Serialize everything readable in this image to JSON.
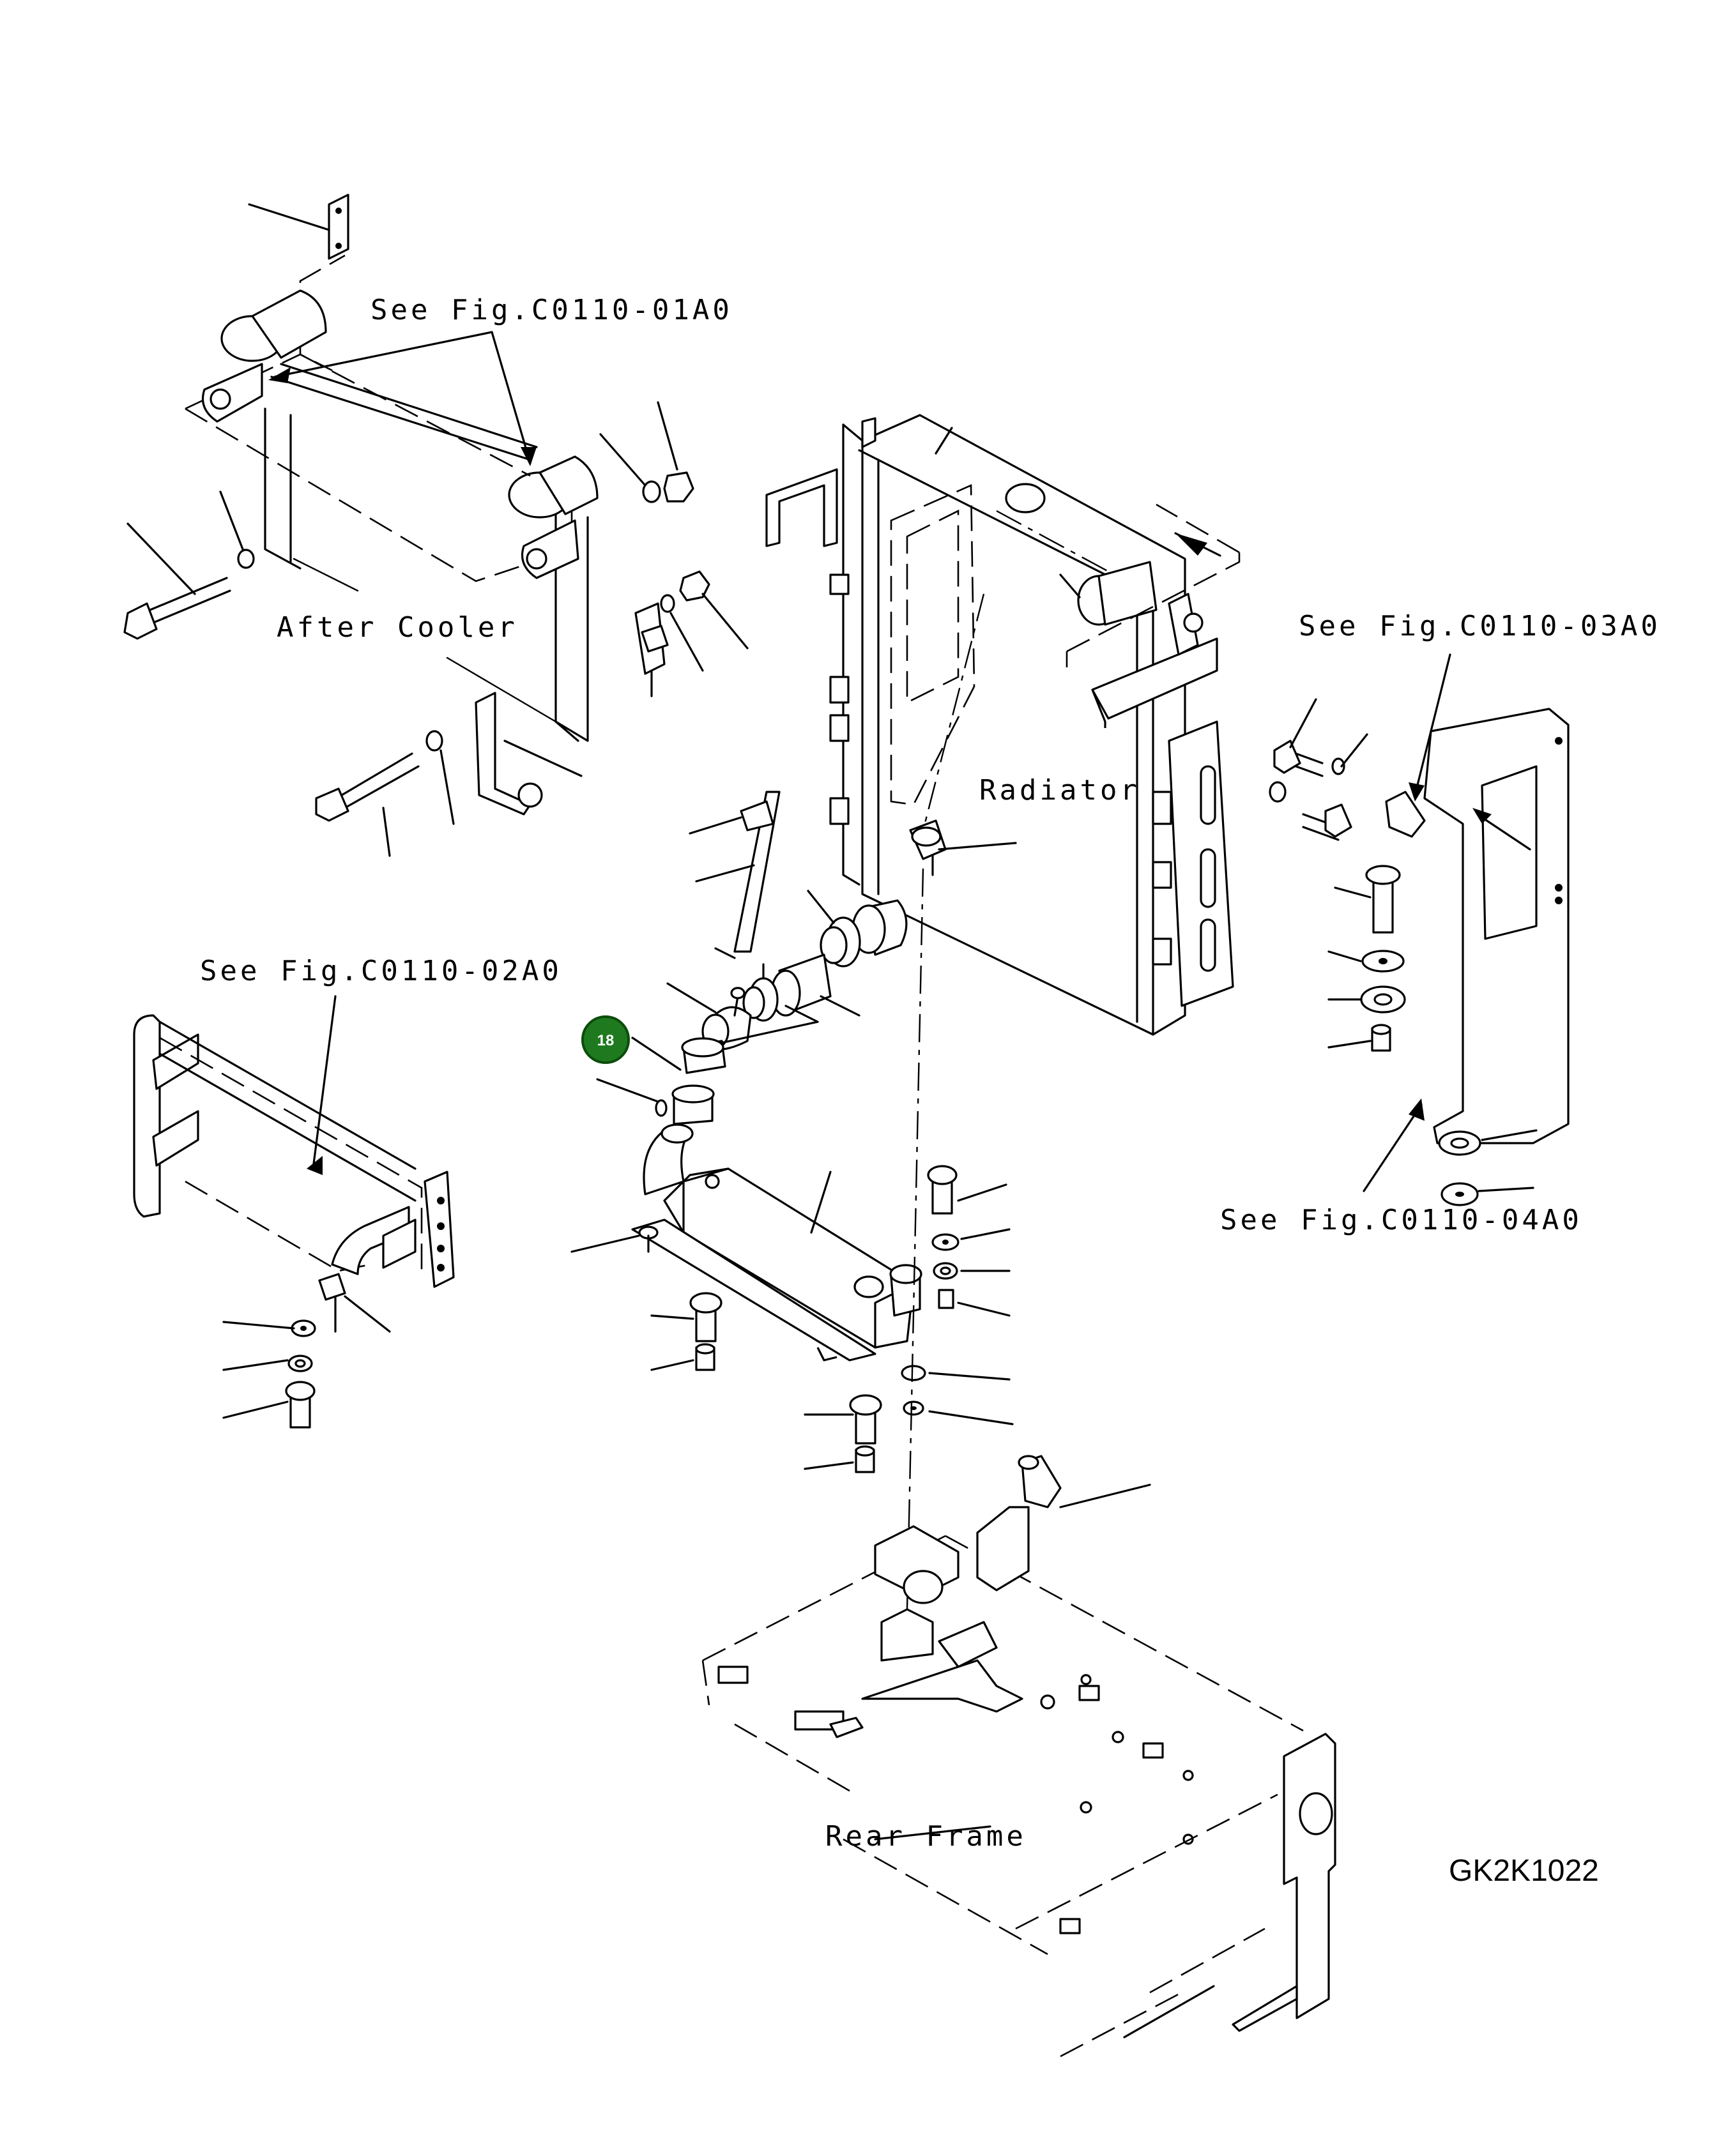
{
  "labels": {
    "after_cooler": "After Cooler",
    "radiator": "Radiator",
    "rear_frame": "Rear Frame",
    "ref_01": "See Fig.C0110-01A0",
    "ref_02": "See Fig.C0110-02A0",
    "ref_03": "See Fig.C0110-03A0",
    "ref_04": "See Fig.C0110-04A0"
  },
  "callouts": [
    {
      "number": "18"
    }
  ],
  "drawing_code": "GK2K1022",
  "colors": {
    "line": "#000000",
    "background": "#ffffff",
    "callout_fill": "#1f7a1f"
  }
}
